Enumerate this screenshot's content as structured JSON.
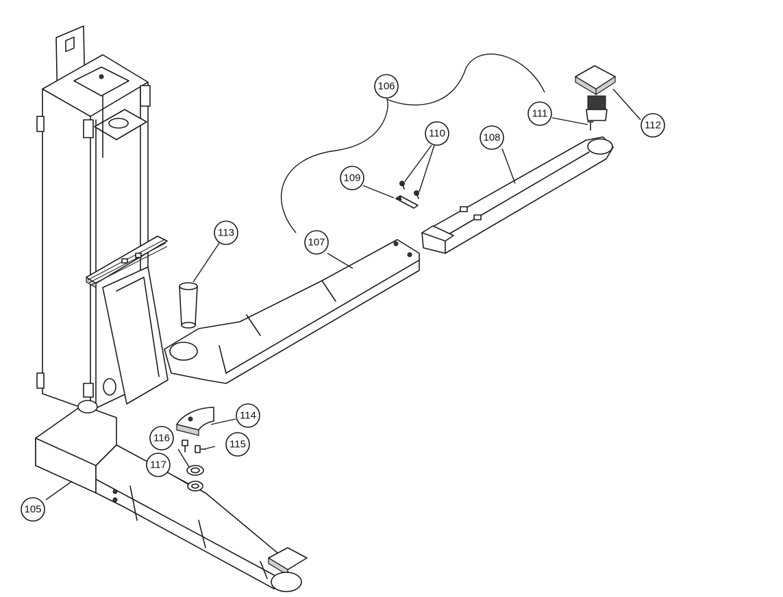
{
  "callouts": [
    {
      "id": "105",
      "label": "105"
    },
    {
      "id": "106",
      "label": "106"
    },
    {
      "id": "107",
      "label": "107"
    },
    {
      "id": "108",
      "label": "108"
    },
    {
      "id": "109",
      "label": "109"
    },
    {
      "id": "110",
      "label": "110"
    },
    {
      "id": "111",
      "label": "111"
    },
    {
      "id": "112",
      "label": "112"
    },
    {
      "id": "113",
      "label": "113"
    },
    {
      "id": "114",
      "label": "114"
    },
    {
      "id": "115",
      "label": "115"
    },
    {
      "id": "116",
      "label": "116"
    },
    {
      "id": "117",
      "label": "117"
    }
  ]
}
